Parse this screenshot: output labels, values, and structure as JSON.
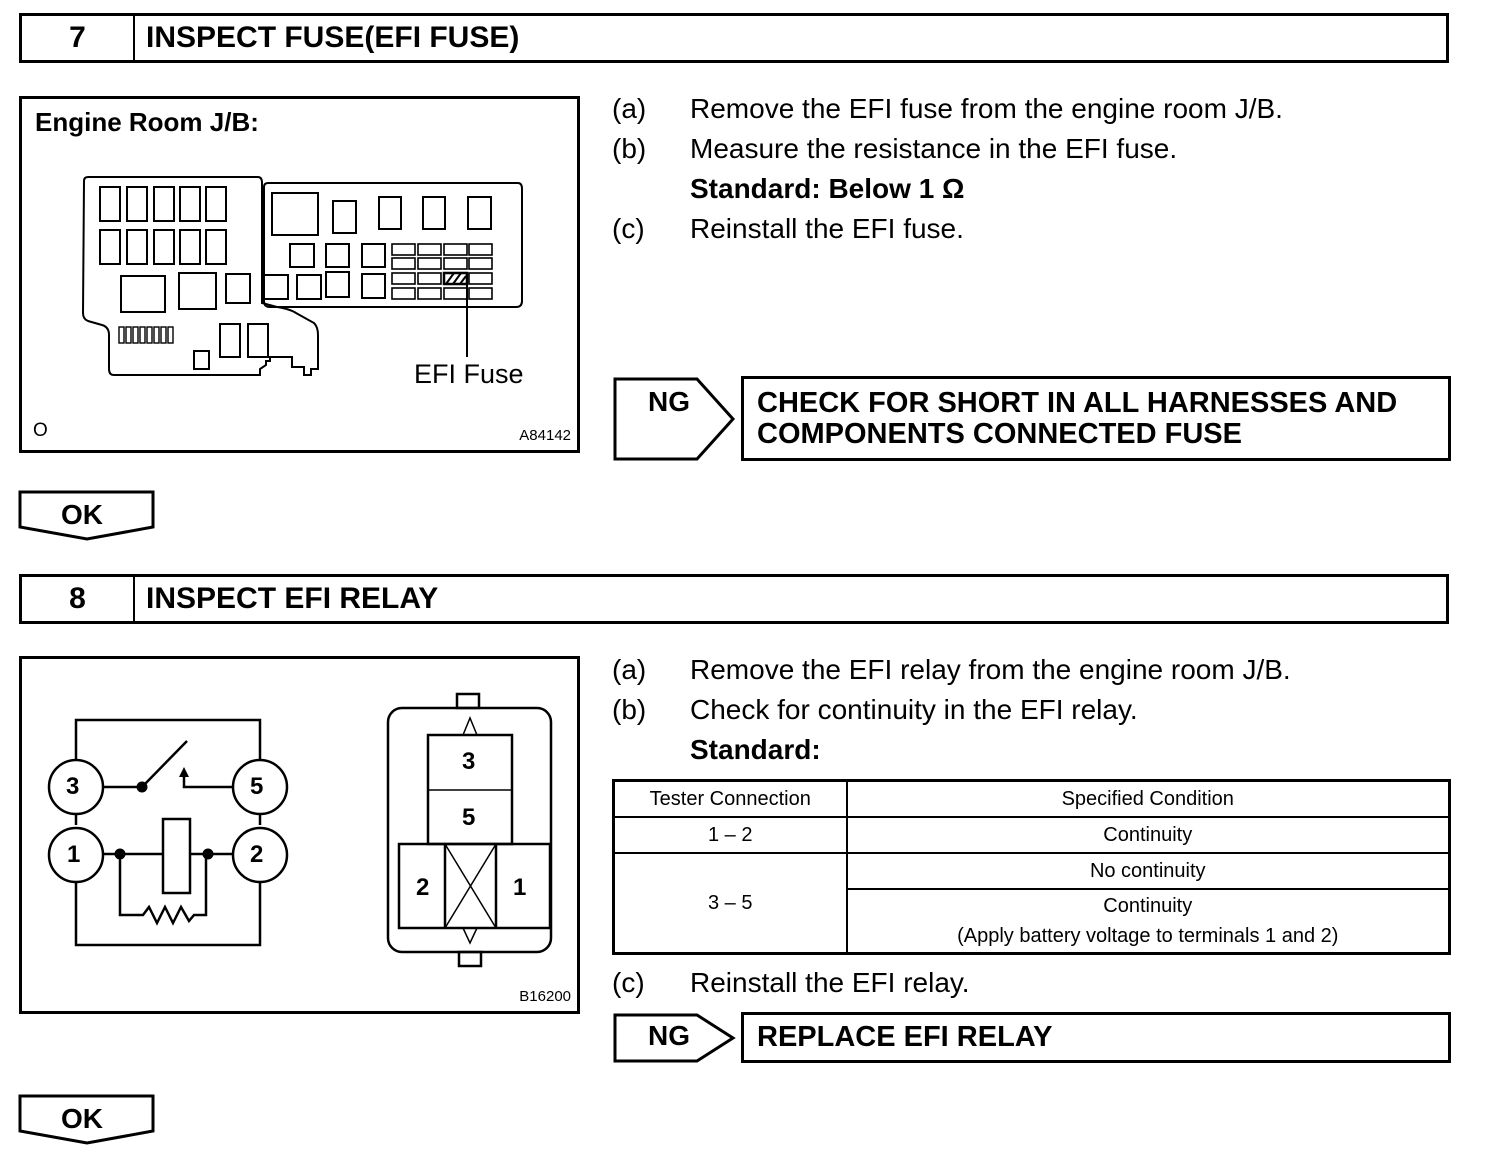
{
  "steps": [
    {
      "number": "7",
      "title": "INSPECT FUSE(EFI FUSE)",
      "figure": {
        "title": "Engine Room J/B:",
        "callout": "EFI Fuse",
        "corner_mark": "O",
        "code": "A84142"
      },
      "instructions": [
        {
          "label": "(a)",
          "text": "Remove the EFI fuse from the engine room J/B."
        },
        {
          "label": "(b)",
          "text": "Measure the resistance in the EFI fuse."
        },
        {
          "label": "",
          "text": "Standard: Below 1 Ω",
          "bold": true
        },
        {
          "label": "(c)",
          "text": "Reinstall the EFI fuse."
        }
      ],
      "ng": {
        "label": "NG",
        "action_line1": "CHECK FOR SHORT IN ALL HARNESSES AND",
        "action_line2": "COMPONENTS CONNECTED FUSE"
      },
      "ok": {
        "label": "OK"
      }
    },
    {
      "number": "8",
      "title": "INSPECT EFI RELAY",
      "figure": {
        "code": "B16200",
        "terminals": [
          "3",
          "5",
          "1",
          "2"
        ],
        "connector_terminals": [
          "3",
          "5",
          "2",
          "1"
        ]
      },
      "instructions": [
        {
          "label": "(a)",
          "text": "Remove the EFI relay from the engine room J/B."
        },
        {
          "label": "(b)",
          "text": "Check for continuity in the EFI relay."
        },
        {
          "label": "",
          "text": "Standard:",
          "bold": true
        },
        {
          "label": "(c)",
          "text": "Reinstall the EFI relay."
        }
      ],
      "table": {
        "headers": [
          "Tester Connection",
          "Specified Condition"
        ],
        "rows": [
          {
            "connection": "1 – 2",
            "condition": "Continuity"
          },
          {
            "connection": "3 – 5",
            "condition": "No continuity"
          },
          {
            "connection": "",
            "condition": "Continuity",
            "note": "(Apply battery voltage to terminals 1 and 2)"
          }
        ]
      },
      "ng": {
        "label": "NG",
        "action_line1": "REPLACE EFI RELAY"
      },
      "ok": {
        "label": "OK"
      }
    }
  ]
}
